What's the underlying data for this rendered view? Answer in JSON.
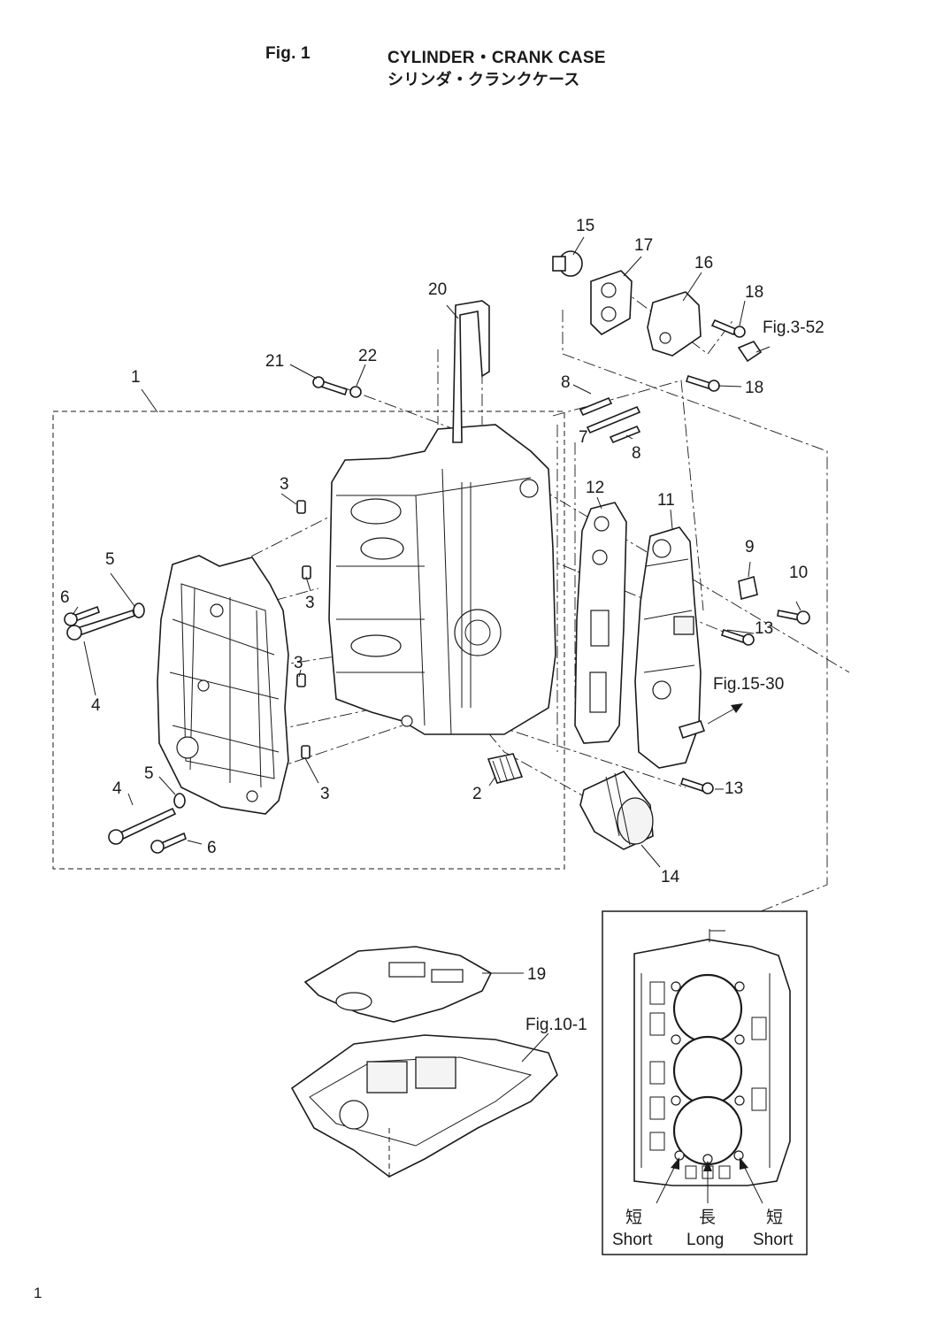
{
  "header": {
    "fig_no": "Fig. 1",
    "title_en": "CYLINDER・CRANK CASE",
    "title_jp": "シリンダ・クランクケース"
  },
  "page_number": "1",
  "callouts": {
    "c1": "1",
    "c2": "2",
    "c3a": "3",
    "c3b": "3",
    "c3c": "3",
    "c3d": "3",
    "c4a": "4",
    "c4b": "4",
    "c5a": "5",
    "c5b": "5",
    "c6a": "6",
    "c6b": "6",
    "c7": "7",
    "c8a": "8",
    "c8b": "8",
    "c9": "9",
    "c10": "10",
    "c11": "11",
    "c12": "12",
    "c13a": "13",
    "c13b": "13",
    "c14": "14",
    "c15": "15",
    "c16": "16",
    "c17": "17",
    "c18a": "18",
    "c18b": "18",
    "c19": "19",
    "c20": "20",
    "c21": "21",
    "c22": "22"
  },
  "references": {
    "ref_3_52": "Fig.3-52",
    "ref_15_30": "Fig.15-30",
    "ref_10_1": "Fig.10-1"
  },
  "inset": {
    "short_left_jp": "短",
    "short_left_en": "Short",
    "long_jp": "長",
    "long_en": "Long",
    "short_right_jp": "短",
    "short_right_en": "Short"
  }
}
